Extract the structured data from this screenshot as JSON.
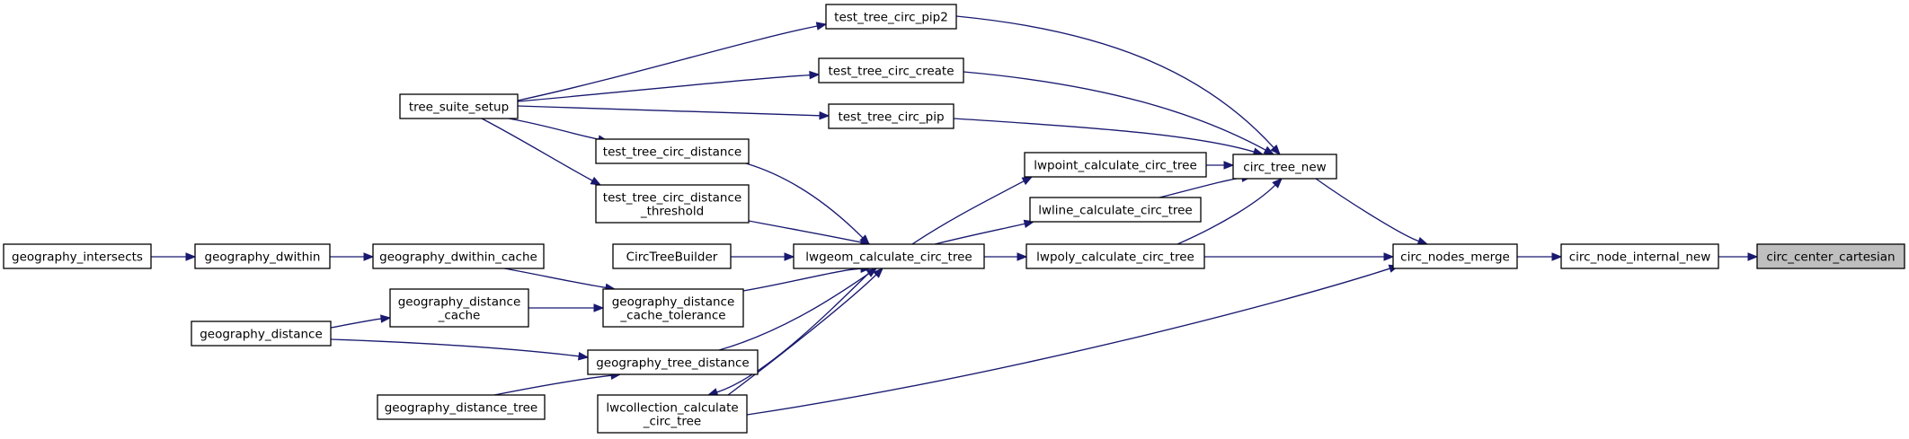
{
  "diagram": {
    "colors": {
      "edge": "#191970",
      "node_border": "#000000",
      "node_fill": "#ffffff",
      "highlight_fill": "#bfbfbf"
    },
    "nodes": {
      "circ_center_cartesian": {
        "lines": [
          "circ_center_cartesian"
        ],
        "highlight": true
      },
      "circ_node_internal_new": {
        "lines": [
          "circ_node_internal_new"
        ]
      },
      "circ_nodes_merge": {
        "lines": [
          "circ_nodes_merge"
        ]
      },
      "circ_tree_new": {
        "lines": [
          "circ_tree_new"
        ]
      },
      "test_tree_circ_pip2": {
        "lines": [
          "test_tree_circ_pip2"
        ]
      },
      "test_tree_circ_create": {
        "lines": [
          "test_tree_circ_create"
        ]
      },
      "test_tree_circ_pip": {
        "lines": [
          "test_tree_circ_pip"
        ]
      },
      "tree_suite_setup": {
        "lines": [
          "tree_suite_setup"
        ]
      },
      "test_tree_circ_distance": {
        "lines": [
          "test_tree_circ_distance"
        ]
      },
      "test_tree_circ_distance_threshold": {
        "lines": [
          "test_tree_circ_distance",
          "_threshold"
        ]
      },
      "lwpoint_calculate_circ_tree": {
        "lines": [
          "lwpoint_calculate_circ_tree"
        ]
      },
      "lwline_calculate_circ_tree": {
        "lines": [
          "lwline_calculate_circ_tree"
        ]
      },
      "lwpoly_calculate_circ_tree": {
        "lines": [
          "lwpoly_calculate_circ_tree"
        ]
      },
      "lwgeom_calculate_circ_tree": {
        "lines": [
          "lwgeom_calculate_circ_tree"
        ]
      },
      "CircTreeBuilder": {
        "lines": [
          "CircTreeBuilder"
        ]
      },
      "geography_dwithin_cache": {
        "lines": [
          "geography_dwithin_cache"
        ]
      },
      "geography_dwithin": {
        "lines": [
          "geography_dwithin"
        ]
      },
      "geography_intersects": {
        "lines": [
          "geography_intersects"
        ]
      },
      "geography_distance_cache_tolerance": {
        "lines": [
          "geography_distance",
          "_cache_tolerance"
        ]
      },
      "geography_distance_cache": {
        "lines": [
          "geography_distance",
          "_cache"
        ]
      },
      "geography_distance": {
        "lines": [
          "geography_distance"
        ]
      },
      "geography_tree_distance": {
        "lines": [
          "geography_tree_distance"
        ]
      },
      "geography_distance_tree": {
        "lines": [
          "geography_distance_tree"
        ]
      },
      "lwcollection_calculate_circ_tree": {
        "lines": [
          "lwcollection_calculate",
          "_circ_tree"
        ]
      }
    },
    "edges": [
      {
        "from": "circ_node_internal_new",
        "to": "circ_center_cartesian"
      },
      {
        "from": "circ_nodes_merge",
        "to": "circ_node_internal_new"
      },
      {
        "from": "circ_tree_new",
        "to": "circ_nodes_merge"
      },
      {
        "from": "lwpoly_calculate_circ_tree",
        "to": "circ_nodes_merge"
      },
      {
        "from": "lwcollection_calculate_circ_tree",
        "to": "circ_nodes_merge"
      },
      {
        "from": "test_tree_circ_pip2",
        "to": "circ_tree_new"
      },
      {
        "from": "test_tree_circ_create",
        "to": "circ_tree_new"
      },
      {
        "from": "test_tree_circ_pip",
        "to": "circ_tree_new"
      },
      {
        "from": "lwpoint_calculate_circ_tree",
        "to": "circ_tree_new"
      },
      {
        "from": "lwline_calculate_circ_tree",
        "to": "circ_tree_new"
      },
      {
        "from": "lwpoly_calculate_circ_tree",
        "to": "circ_tree_new"
      },
      {
        "from": "tree_suite_setup",
        "to": "test_tree_circ_pip2"
      },
      {
        "from": "tree_suite_setup",
        "to": "test_tree_circ_create"
      },
      {
        "from": "tree_suite_setup",
        "to": "test_tree_circ_pip"
      },
      {
        "from": "tree_suite_setup",
        "to": "test_tree_circ_distance"
      },
      {
        "from": "tree_suite_setup",
        "to": "test_tree_circ_distance_threshold"
      },
      {
        "from": "lwgeom_calculate_circ_tree",
        "to": "lwpoint_calculate_circ_tree"
      },
      {
        "from": "lwgeom_calculate_circ_tree",
        "to": "lwline_calculate_circ_tree"
      },
      {
        "from": "lwgeom_calculate_circ_tree",
        "to": "lwpoly_calculate_circ_tree"
      },
      {
        "from": "test_tree_circ_distance",
        "to": "lwgeom_calculate_circ_tree"
      },
      {
        "from": "test_tree_circ_distance_threshold",
        "to": "lwgeom_calculate_circ_tree"
      },
      {
        "from": "CircTreeBuilder",
        "to": "lwgeom_calculate_circ_tree"
      },
      {
        "from": "geography_distance_cache_tolerance",
        "to": "lwgeom_calculate_circ_tree"
      },
      {
        "from": "geography_tree_distance",
        "to": "lwgeom_calculate_circ_tree"
      },
      {
        "from": "lwcollection_calculate_circ_tree",
        "to": "lwgeom_calculate_circ_tree"
      },
      {
        "from": "lwgeom_calculate_circ_tree",
        "to": "lwcollection_calculate_circ_tree"
      },
      {
        "from": "geography_dwithin_cache",
        "to": "geography_distance_cache_tolerance"
      },
      {
        "from": "geography_distance_cache",
        "to": "geography_distance_cache_tolerance"
      },
      {
        "from": "geography_dwithin",
        "to": "geography_dwithin_cache"
      },
      {
        "from": "geography_intersects",
        "to": "geography_dwithin"
      },
      {
        "from": "geography_distance",
        "to": "geography_distance_cache"
      },
      {
        "from": "geography_distance",
        "to": "geography_tree_distance"
      },
      {
        "from": "geography_distance_tree",
        "to": "geography_tree_distance"
      }
    ]
  }
}
